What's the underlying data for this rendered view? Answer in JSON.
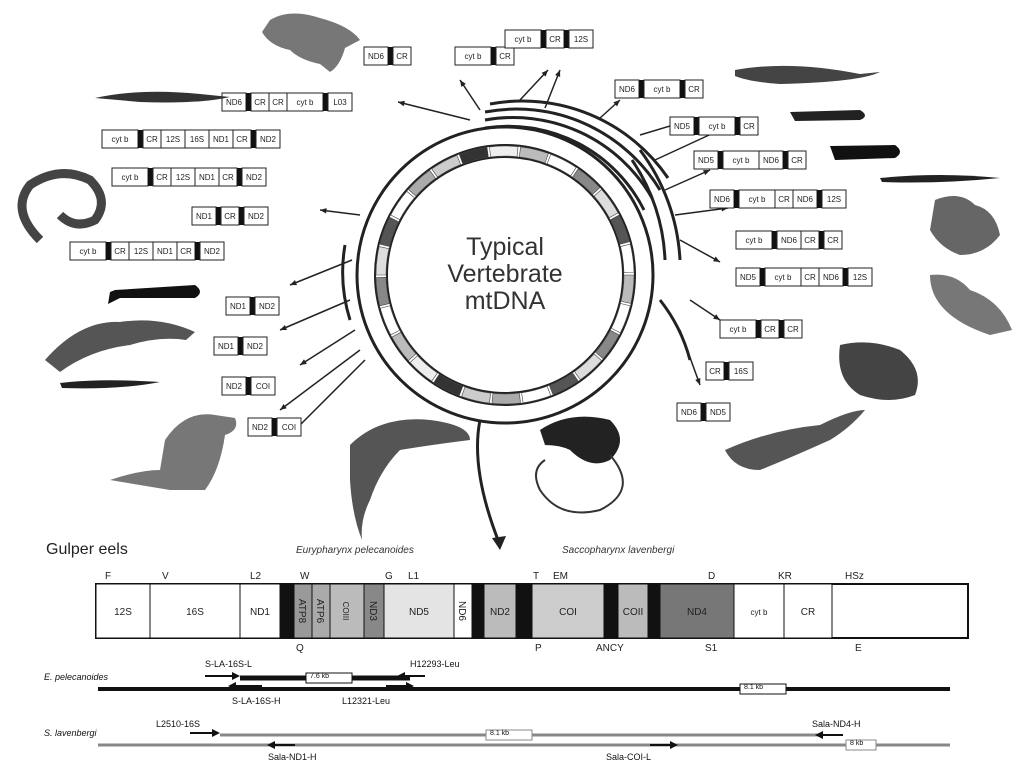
{
  "center_title": [
    "Typical",
    "Vertebrate",
    "mtDNA"
  ],
  "gulper_title": "Gulper eels",
  "species_labels": {
    "left": "Eurypharynx pelecanoides",
    "right": "Saccopharynx lavenbergi"
  },
  "bar": {
    "segments": [
      "12S",
      "16S",
      "ND1",
      "",
      "ATP8",
      "ATP6",
      "COIII",
      "ND3",
      "ND5",
      "ND6",
      "",
      "ND2",
      "",
      "COI",
      "",
      "COII",
      "",
      "ND4",
      "cyt b",
      "CR"
    ],
    "top_letters": [
      "F",
      "V",
      "L2",
      "W",
      "G",
      "L1",
      "T",
      "EM",
      "D",
      "KR",
      "HSz"
    ],
    "bottom_letters": [
      "Q",
      "P",
      "ANCY",
      "S1",
      "E"
    ]
  },
  "primers": {
    "e_label": "E. pelecanoides",
    "s_label": "S. lavenbergi",
    "e": [
      "S-LA-16S-L",
      "H12293-Leu",
      "S-LA-16S-H",
      "L12321-Leu"
    ],
    "s": [
      "L2510-16S",
      "Sala-ND4-H",
      "Sala-ND1-H",
      "Sala-COI-L"
    ],
    "e_sizes": [
      "7.6 kb",
      "8.1 kb"
    ],
    "s_sizes": [
      "8.1 kb",
      "8 kb"
    ]
  },
  "small_maps": [
    {
      "genes": [
        "ND6",
        "CR"
      ]
    },
    {
      "genes": [
        "cyt b",
        "CR"
      ]
    },
    {
      "genes": [
        "cyt b",
        "CR",
        "12S"
      ]
    },
    {
      "genes": [
        "ND6",
        "CR",
        "CR",
        "cyt b",
        "L03"
      ]
    },
    {
      "genes": [
        "cyt b",
        "CR",
        "12S",
        "16S",
        "ND1",
        "CR",
        "ND2"
      ]
    },
    {
      "genes": [
        "cyt b",
        "CR",
        "12S",
        "ND1",
        "CR",
        "ND2"
      ]
    },
    {
      "genes": [
        "ND1",
        "CR",
        "ND2"
      ]
    },
    {
      "genes": [
        "cyt b",
        "CR",
        "12S",
        "ND1",
        "CR",
        "ND2"
      ]
    },
    {
      "genes": [
        "ND1",
        "ND2"
      ]
    },
    {
      "genes": [
        "ND1",
        "ND2"
      ]
    },
    {
      "genes": [
        "ND2",
        "COI"
      ]
    },
    {
      "genes": [
        "ND2",
        "COI"
      ]
    },
    {
      "genes": [
        "ND6",
        "cyt b",
        "CR"
      ]
    },
    {
      "genes": [
        "ND5",
        "cyt b",
        "CR"
      ]
    },
    {
      "genes": [
        "ND5",
        "cyt b",
        "ND6",
        "CR"
      ]
    },
    {
      "genes": [
        "ND6",
        "cyt b",
        "CR",
        "ND6",
        "12S"
      ]
    },
    {
      "genes": [
        "cyt b",
        "ND6",
        "CR",
        "CR"
      ]
    },
    {
      "genes": [
        "ND5",
        "cyt b",
        "CR",
        "ND6",
        "12S"
      ]
    },
    {
      "genes": [
        "cyt b",
        "CR",
        "CR"
      ]
    },
    {
      "genes": [
        "CR",
        "16S"
      ]
    },
    {
      "genes": [
        "ND6",
        "ND5"
      ]
    }
  ],
  "colors": {
    "ink": "#111111",
    "gray": "#8a8a8a",
    "light": "#d6d6d6"
  }
}
